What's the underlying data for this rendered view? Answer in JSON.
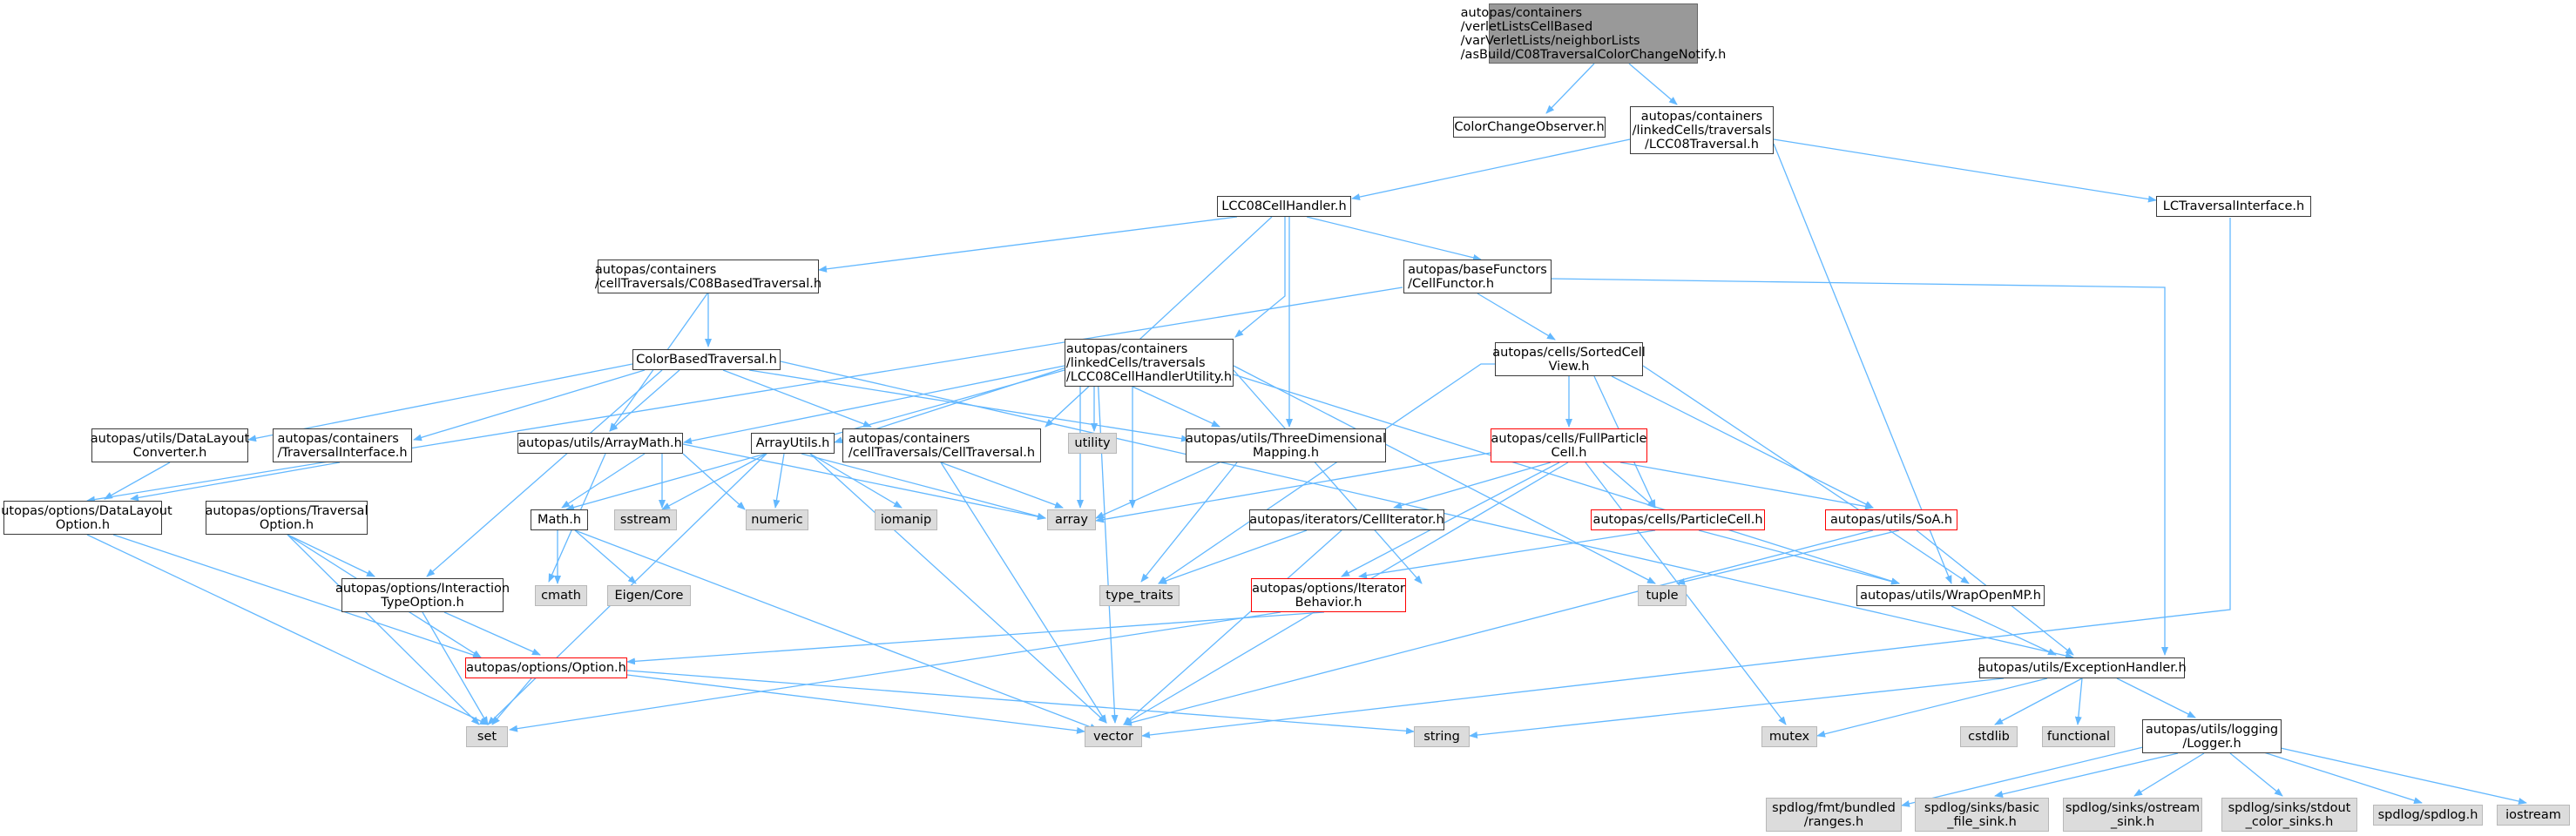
{
  "edge_color": "#63b8ff",
  "nodes": {
    "root": "autopas/containers\n/verletListsCellBased\n/varVerletLists/neighborLists\n/asBuild/C08TraversalColorChangeNotify.h",
    "colorChangeObserver": "ColorChangeObserver.h",
    "lcc08Traversal": "autopas/containers\n/linkedCells/traversals\n/LCC08Traversal.h",
    "lcc08CellHandler": "LCC08CellHandler.h",
    "lcTraversalInterface": "LCTraversalInterface.h",
    "c08BasedTraversal": "autopas/containers\n/cellTraversals/C08BasedTraversal.h",
    "cellFunctor": "autopas/baseFunctors\n/CellFunctor.h",
    "lcc08CellHandlerUtility": "autopas/containers\n/linkedCells/traversals\n/LCC08CellHandlerUtility.h",
    "sortedCellView": "autopas/cells/SortedCell\nView.h",
    "colorBasedTraversal": "ColorBasedTraversal.h",
    "dataLayoutConverter": "autopas/utils/DataLayout\nConverter.h",
    "traversalInterface": "autopas/containers\n/TraversalInterface.h",
    "arrayMath": "autopas/utils/ArrayMath.h",
    "arrayUtils": "ArrayUtils.h",
    "cellTraversal": "autopas/containers\n/cellTraversals/CellTraversal.h",
    "utility": "utility",
    "threeDimMapping": "autopas/utils/ThreeDimensional\nMapping.h",
    "fullParticleCell": "autopas/cells/FullParticle\nCell.h",
    "dataLayoutOption": "autopas/options/DataLayout\nOption.h",
    "traversalOption": "autopas/options/Traversal\nOption.h",
    "mathH": "Math.h",
    "sstream": "sstream",
    "numeric": "numeric",
    "iomanip": "iomanip",
    "array": "array",
    "cellIterator": "autopas/iterators/CellIterator.h",
    "particleCell": "autopas/cells/ParticleCell.h",
    "soa": "autopas/utils/SoA.h",
    "interactionTypeOption": "autopas/options/Interaction\nTypeOption.h",
    "cmath": "cmath",
    "eigenCore": "Eigen/Core",
    "typeTraits": "type_traits",
    "iteratorBehavior": "autopas/options/Iterator\nBehavior.h",
    "tuple": "tuple",
    "wrapOpenMP": "autopas/utils/WrapOpenMP.h",
    "option": "autopas/options/Option.h",
    "exceptionHandler": "autopas/utils/ExceptionHandler.h",
    "set": "set",
    "vector": "vector",
    "string": "string",
    "mutex": "mutex",
    "cstdlib": "cstdlib",
    "functional": "functional",
    "logger": "autopas/utils/logging\n/Logger.h",
    "spdlogRanges": "spdlog/fmt/bundled\n/ranges.h",
    "spdlogBasic": "spdlog/sinks/basic\n_file_sink.h",
    "spdlogOstream": "spdlog/sinks/ostream\n_sink.h",
    "spdlogStdout": "spdlog/sinks/stdout\n_color_sinks.h",
    "spdlog": "spdlog/spdlog.h",
    "iostream": "iostream"
  }
}
